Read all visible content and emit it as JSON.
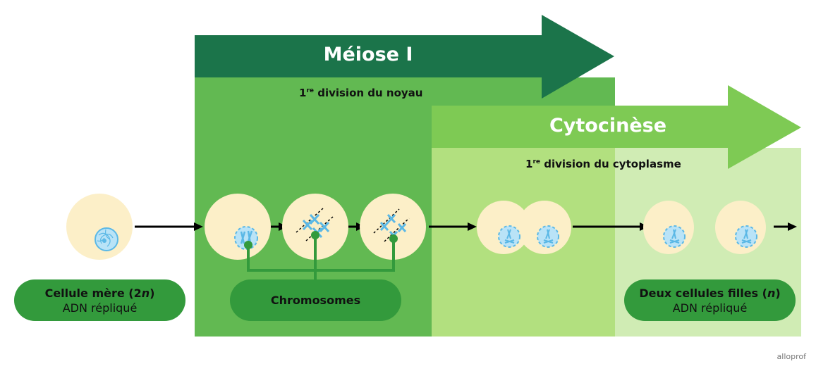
{
  "colors": {
    "meiosis_band": "#1b744a",
    "meiosis_panel": "#62b952",
    "cyto_band": "#7eca54",
    "cyto_panel": "#b2e07f",
    "daughter_panel": "#d0ecb4",
    "cell": "#fcefc8",
    "nucleus": "#b9e3f7",
    "chromosome": "#5bb8e6",
    "pill": "#339a3c",
    "connector": "#339a3c"
  },
  "meiosis": {
    "title": "Méiose I",
    "subtitle_num": "1",
    "subtitle_sup": "re",
    "subtitle_text": " division du noyau"
  },
  "cytokinesis": {
    "title": "Cytocinèse",
    "subtitle_num": "1",
    "subtitle_sup": "re",
    "subtitle_text": " division du cytoplasme"
  },
  "labels": {
    "mother": {
      "line1_pre": "Cellule mère (2",
      "line1_italic": "n",
      "line1_post": ")",
      "line2": "ADN répliqué"
    },
    "chromosomes": {
      "line1": "Chromosomes"
    },
    "daughters": {
      "line1_pre": "Deux cellules filles (",
      "line1_italic": "n",
      "line1_post": ")",
      "line2": "ADN répliqué"
    }
  },
  "stages": [
    {
      "name": "mother-cell",
      "state": "interphase, replicated DNA"
    },
    {
      "name": "prophase-cell",
      "state": "condensed chromosomes in nucleus"
    },
    {
      "name": "metaphase-cell",
      "state": "chromosome pairs aligned on equator"
    },
    {
      "name": "anaphase-cell",
      "state": "homologous chromosomes separating"
    },
    {
      "name": "dividing-cell",
      "state": "cytoplasm dividing"
    },
    {
      "name": "daughter-cell-1",
      "state": "haploid"
    },
    {
      "name": "daughter-cell-2",
      "state": "haploid"
    }
  ],
  "watermark": "alloprof"
}
